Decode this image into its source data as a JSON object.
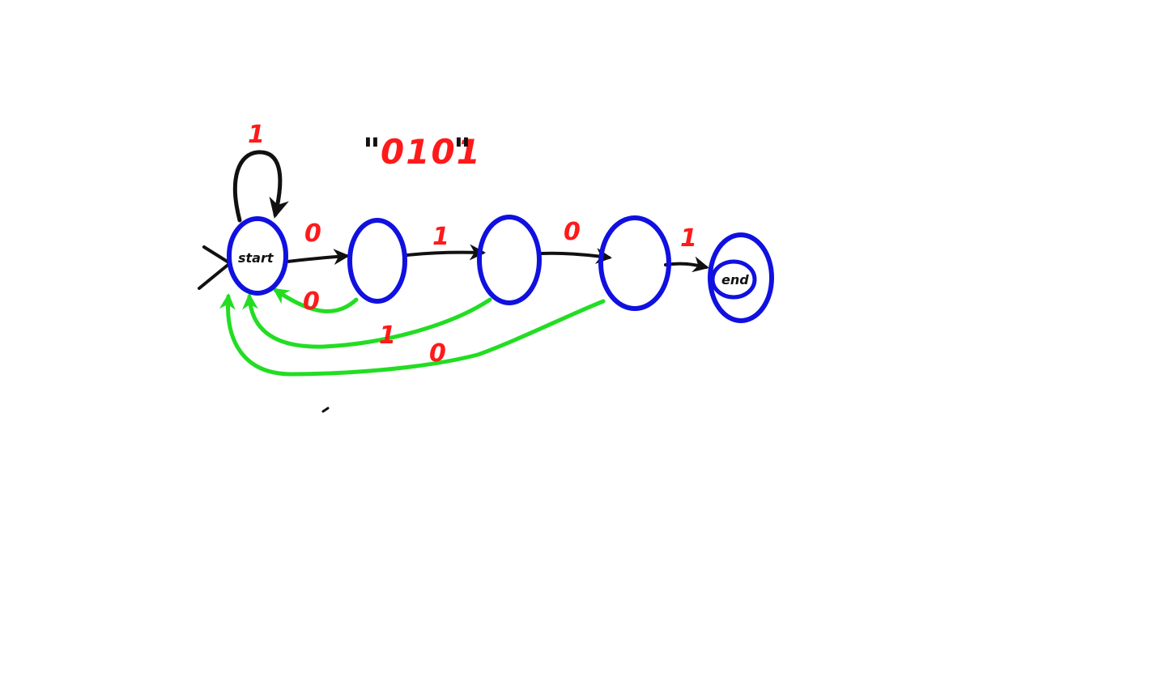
{
  "diagram": {
    "title": "0101",
    "colors": {
      "state": "#1010e0",
      "forward": "#111111",
      "back": "#22dd22",
      "label": "#ff1a1a"
    },
    "states": [
      {
        "id": "s0",
        "label": "start",
        "accepting": false
      },
      {
        "id": "s1",
        "label": "",
        "accepting": false
      },
      {
        "id": "s2",
        "label": "",
        "accepting": false
      },
      {
        "id": "s3",
        "label": "",
        "accepting": false
      },
      {
        "id": "s4",
        "label": "end",
        "accepting": true
      }
    ],
    "transitions": {
      "self_loop_start": "1",
      "start_to_s1": "0",
      "s1_to_s2": "1",
      "s2_to_s3": "0",
      "s3_to_end": "1",
      "s1_back": "0",
      "s2_back": "1",
      "s3_back": "0"
    }
  }
}
